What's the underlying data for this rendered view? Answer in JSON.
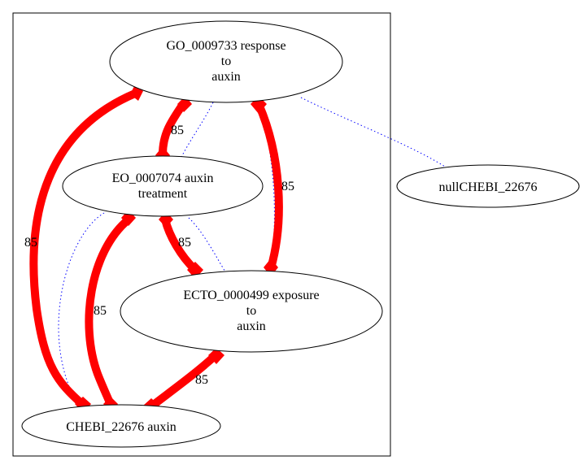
{
  "colors": {
    "strong_edge": "#ff0000",
    "weak_edge": "#0000ff",
    "node_stroke": "#000000",
    "cluster_stroke": "#000000"
  },
  "nodes": {
    "go": {
      "lines": [
        "GO_0009733 response",
        "to",
        "auxin"
      ]
    },
    "eo": {
      "lines": [
        "EO_0007074 auxin",
        "treatment"
      ]
    },
    "ecto": {
      "lines": [
        "ECTO_0000499 exposure",
        "to",
        "auxin"
      ]
    },
    "chebi": {
      "lines": [
        "CHEBI_22676 auxin"
      ]
    },
    "nullchebi": {
      "lines": [
        "nullCHEBI_22676"
      ]
    }
  },
  "edges": {
    "go_eo": {
      "label": "85"
    },
    "go_ecto": {
      "label": "85"
    },
    "go_chebi": {
      "label": "85"
    },
    "eo_ecto": {
      "label": "85"
    },
    "eo_chebi": {
      "label": "85"
    },
    "ecto_chebi": {
      "label": "85"
    }
  }
}
